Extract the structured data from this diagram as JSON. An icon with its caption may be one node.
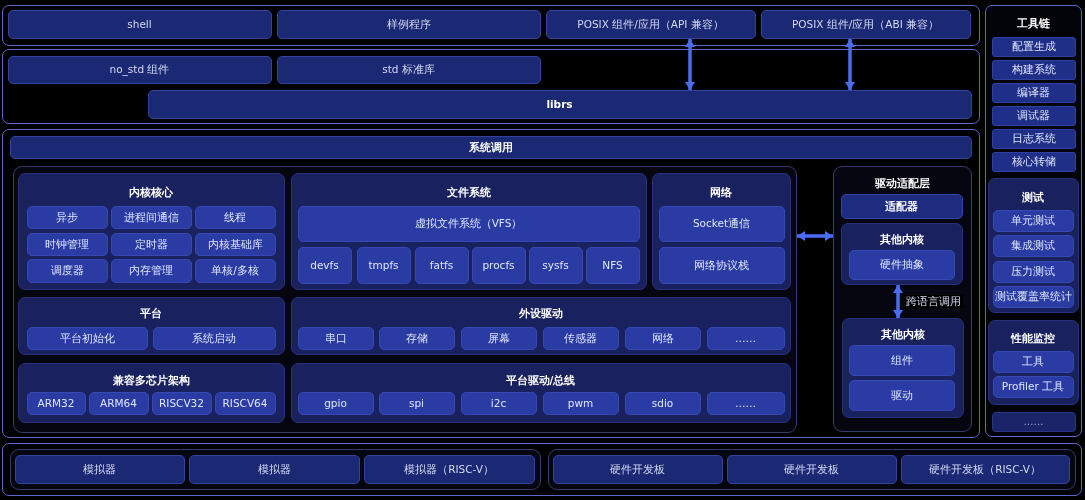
{
  "diagram": {
    "nodes": [
      {
        "text": [],
        "shape": "box"
      },
      {
        "text": [
          "shell"
        ],
        "in": 0
      },
      {
        "text": [
          "样例程序"
        ],
        "in": 0
      },
      {
        "text": [
          "POSIX 组件/应用（API 兼容）"
        ],
        "in": 0
      },
      {
        "text": [
          "POSIX 组件/应用（ABI 兼容）"
        ],
        "in": 0
      },
      {
        "text": [],
        "shape": "box"
      },
      {
        "text": [
          "no_std 组件"
        ],
        "in": 5
      },
      {
        "text": [
          "std 标准库"
        ],
        "in": 5
      },
      {
        "text": [
          "librs"
        ],
        "in": 5
      },
      {
        "text": [],
        "shape": "box"
      },
      {
        "text": [
          "系统调用"
        ],
        "in": 9
      },
      {
        "text": [],
        "shape": "box",
        "in": 9
      },
      {
        "text": [
          "内核核心"
        ],
        "in": 11
      },
      {
        "text": [
          "异步"
        ],
        "in": 12
      },
      {
        "text": [
          "进程间通信"
        ],
        "in": 12
      },
      {
        "text": [
          "线程"
        ],
        "in": 12
      },
      {
        "text": [
          "时钟管理"
        ],
        "in": 12
      },
      {
        "text": [
          "定时器"
        ],
        "in": 12
      },
      {
        "text": [
          "内核基础库"
        ],
        "in": 12
      },
      {
        "text": [
          "调度器"
        ],
        "in": 12
      },
      {
        "text": [
          "内存管理"
        ],
        "in": 12
      },
      {
        "text": [
          "单核/多核"
        ],
        "in": 12
      },
      {
        "text": [
          "文件系统"
        ],
        "in": 11
      },
      {
        "text": [
          "虚拟文件系统（VFS）"
        ],
        "in": 22
      },
      {
        "text": [
          "devfs"
        ],
        "in": 22
      },
      {
        "text": [
          "tmpfs"
        ],
        "in": 22
      },
      {
        "text": [
          "fatfs"
        ],
        "in": 22
      },
      {
        "text": [
          "procfs"
        ],
        "in": 22
      },
      {
        "text": [
          "sysfs"
        ],
        "in": 22
      },
      {
        "text": [
          "NFS"
        ],
        "in": 22
      },
      {
        "text": [
          "网络"
        ],
        "in": 11
      },
      {
        "text": [
          "Socket通信"
        ],
        "in": 30
      },
      {
        "text": [
          "网络协议栈"
        ],
        "in": 30
      },
      {
        "text": [
          "平台"
        ],
        "in": 11
      },
      {
        "text": [
          "平台初始化"
        ],
        "in": 33
      },
      {
        "text": [
          "系统启动"
        ],
        "in": 33
      },
      {
        "text": [
          "外设驱动"
        ],
        "in": 11
      },
      {
        "text": [
          "串口"
        ],
        "in": 36
      },
      {
        "text": [
          "存储"
        ],
        "in": 36
      },
      {
        "text": [
          "屏幕"
        ],
        "in": 36
      },
      {
        "text": [
          "传感器"
        ],
        "in": 36
      },
      {
        "text": [
          "网络"
        ],
        "in": 36
      },
      {
        "text": [
          "……"
        ],
        "in": 36
      },
      {
        "text": [
          "兼容多芯片架构"
        ],
        "in": 11
      },
      {
        "text": [
          "ARM32"
        ],
        "in": 43
      },
      {
        "text": [
          "ARM64"
        ],
        "in": 43
      },
      {
        "text": [
          "RISCV32"
        ],
        "in": 43
      },
      {
        "text": [
          "RISCV64"
        ],
        "in": 43
      },
      {
        "text": [
          "平台驱动/总线"
        ],
        "in": 11
      },
      {
        "text": [
          "gpio"
        ],
        "in": 48
      },
      {
        "text": [
          "spi"
        ],
        "in": 48
      },
      {
        "text": [
          "i2c"
        ],
        "in": 48
      },
      {
        "text": [
          "pwm"
        ],
        "in": 48
      },
      {
        "text": [
          "sdio"
        ],
        "in": 48
      },
      {
        "text": [
          "……"
        ],
        "in": 48
      },
      {
        "text": [
          "驱动适配层"
        ],
        "in": 9
      },
      {
        "text": [
          "适配器"
        ],
        "in": 55
      },
      {
        "text": [
          "其他内核"
        ],
        "in": 55
      },
      {
        "text": [
          "硬件抽象"
        ],
        "in": 57
      },
      {
        "text": [
          "其他内核"
        ],
        "in": 55
      },
      {
        "text": [
          "组件"
        ],
        "in": 59
      },
      {
        "text": [
          "驱动"
        ],
        "in": 59
      },
      {
        "text": [],
        "shape": "box"
      },
      {
        "text": [],
        "shape": "box",
        "in": 62
      },
      {
        "text": [
          "模拟器"
        ],
        "in": 63
      },
      {
        "text": [
          "模拟器"
        ],
        "in": 63
      },
      {
        "text": [
          "模拟器（RISC-V）"
        ],
        "in": 63
      },
      {
        "text": [],
        "shape": "box",
        "in": 62
      },
      {
        "text": [
          "硬件开发板"
        ],
        "in": 67
      },
      {
        "text": [
          "硬件开发板"
        ],
        "in": 67
      },
      {
        "text": [
          "硬件开发板（RISC-V）"
        ],
        "in": 67
      },
      {
        "text": [
          "工具链"
        ]
      },
      {
        "text": [
          "配置生成"
        ],
        "in": 71
      },
      {
        "text": [
          "构建系统"
        ],
        "in": 71
      },
      {
        "text": [
          "编译器"
        ],
        "in": 71
      },
      {
        "text": [
          "调试器"
        ],
        "in": 71
      },
      {
        "text": [
          "日志系统"
        ],
        "in": 71
      },
      {
        "text": [
          "核心转储"
        ],
        "in": 71
      },
      {
        "text": [
          "测试"
        ],
        "in": 71
      },
      {
        "text": [
          "单元测试"
        ],
        "in": 78
      },
      {
        "text": [
          "集成测试"
        ],
        "in": 78
      },
      {
        "text": [
          "压力测试"
        ],
        "in": 78
      },
      {
        "text": [
          "测试覆盖率统计"
        ],
        "in": 78
      },
      {
        "text": [
          "性能监控"
        ],
        "in": 71
      },
      {
        "text": [
          "工具"
        ],
        "in": 83
      },
      {
        "text": [
          "Profiler 工具"
        ],
        "in": 83
      },
      {
        "text": [
          "……"
        ],
        "in": 71
      }
    ],
    "edges": [
      {
        "from": 3,
        "to": 8,
        "arrow": "both"
      },
      {
        "from": 4,
        "to": 8,
        "arrow": "both"
      },
      {
        "from": 11,
        "to": 55,
        "arrow": "both"
      },
      {
        "from": 57,
        "to": 59,
        "arrow": "both",
        "label": "跨语言调用"
      }
    ]
  }
}
